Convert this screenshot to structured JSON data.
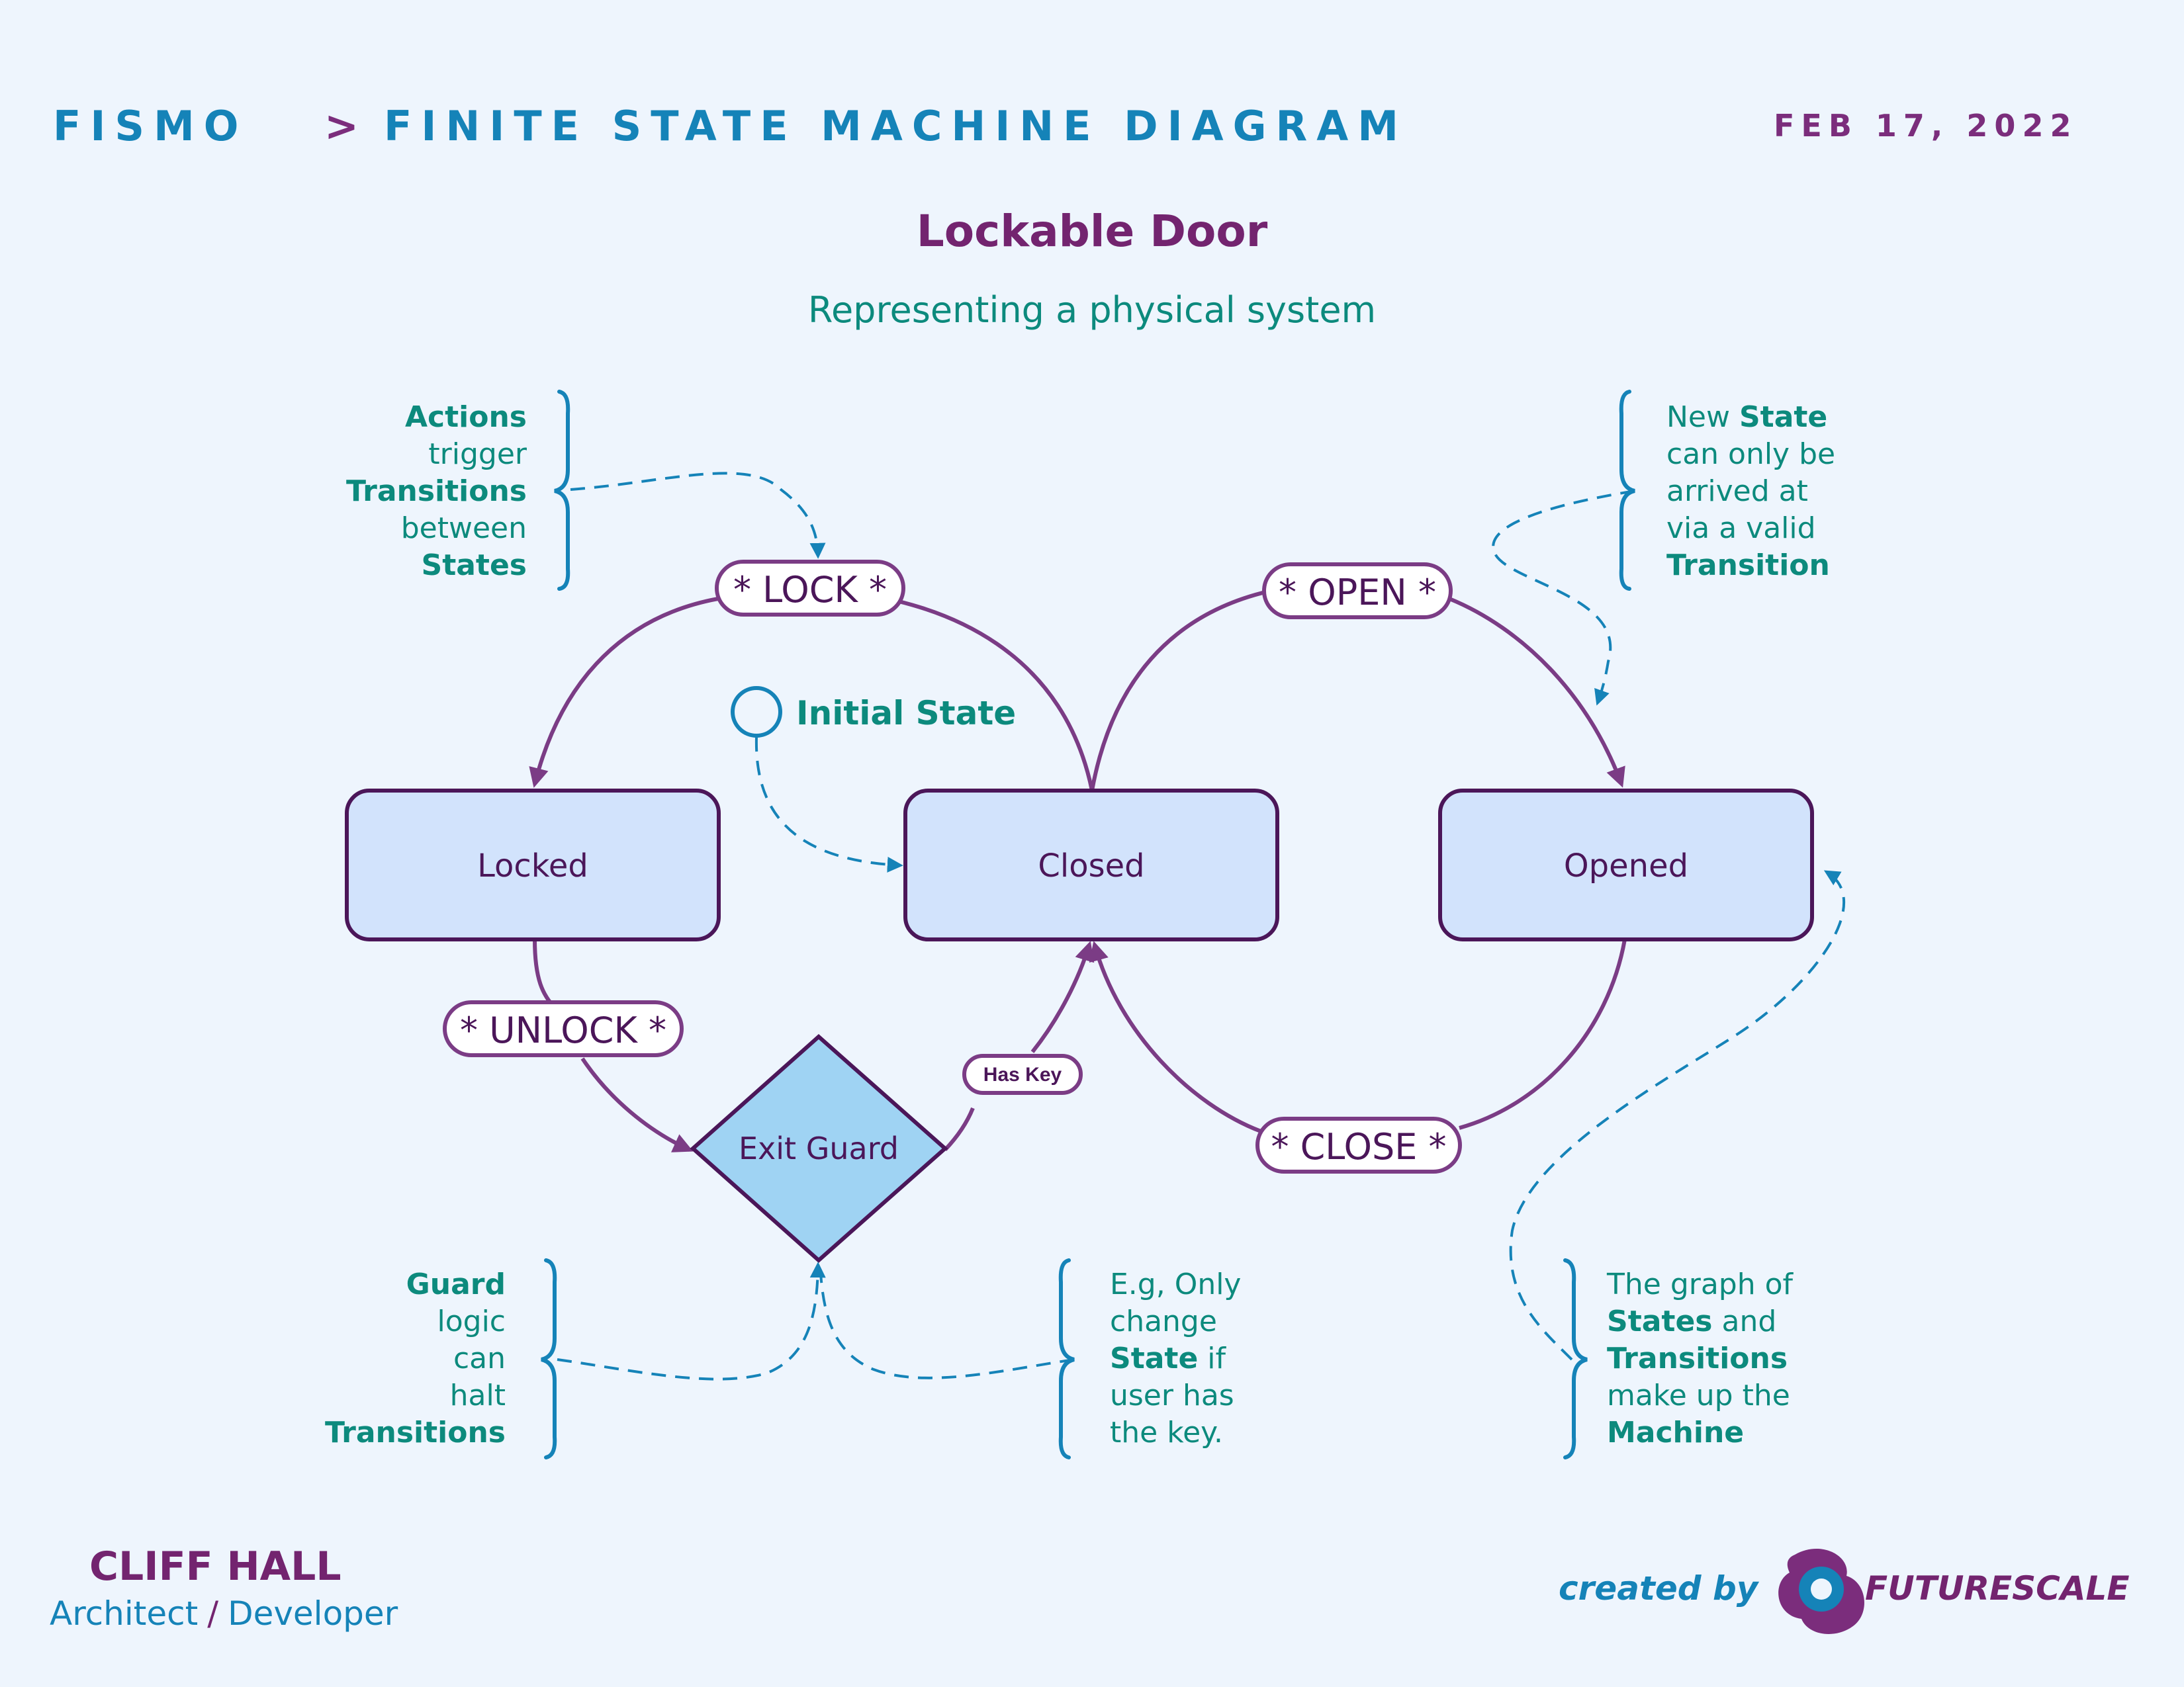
{
  "header": {
    "project": "FISMO",
    "separator": ">",
    "title": "FINITE STATE MACHINE DIAGRAM",
    "date": "FEB 17, 2022"
  },
  "diagram": {
    "title": "Lockable Door",
    "subtitle": "Representing a physical system"
  },
  "states": {
    "locked": "Locked",
    "closed": "Closed",
    "opened": "Opened"
  },
  "guard": {
    "label": "Exit Guard",
    "condition": "Has Key"
  },
  "transitions": {
    "lock": "* LOCK *",
    "unlock": "* UNLOCK *",
    "open": "* OPEN *",
    "close": "* CLOSE *"
  },
  "initial_state": {
    "label": "Initial State"
  },
  "notes": {
    "actions": [
      "Actions",
      "trigger",
      "Transitions",
      "between",
      "States"
    ],
    "new_state": [
      "New",
      "State",
      "can only be",
      "arrived at",
      "via a valid",
      "Transition"
    ],
    "guard_logic": [
      "Guard",
      "logic",
      "can",
      "halt",
      "Transitions"
    ],
    "example": [
      "E.g, Only",
      "change",
      "State",
      "if",
      "user has",
      "the key."
    ],
    "graph": [
      "The graph of",
      "States",
      "and",
      "Transitions",
      "make up the",
      "Machine"
    ]
  },
  "author": {
    "name": "CLIFF HALL",
    "role_1": "Architect",
    "role_sep": "/",
    "role_2": "Developer"
  },
  "credit": {
    "prefix": "created by",
    "brand": "FUTURESCALE"
  },
  "colors": {
    "background": "#eef5fd",
    "state_fill": "#d2e3fc",
    "guard_fill": "#9fd3f3",
    "purple": "#73246f",
    "blue": "#1583b8",
    "teal": "#0c8a7d"
  }
}
